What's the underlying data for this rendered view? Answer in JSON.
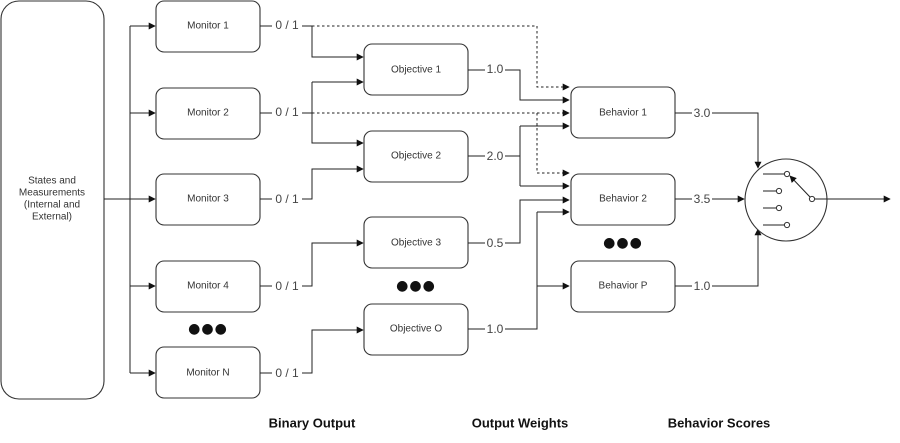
{
  "source": {
    "label": "States and Measurements (Internal and External)",
    "lines": [
      "States and",
      "Measurements",
      "(Internal and",
      "External)"
    ]
  },
  "monitors": [
    {
      "label": "Monitor 1",
      "output": "0 / 1"
    },
    {
      "label": "Monitor 2",
      "output": "0 / 1"
    },
    {
      "label": "Monitor 3",
      "output": "0 / 1"
    },
    {
      "label": "Monitor 4",
      "output": "0 / 1"
    },
    {
      "label": "Monitor N",
      "output": "0 / 1"
    }
  ],
  "objectives": [
    {
      "label": "Objective 1",
      "weight": "1.0"
    },
    {
      "label": "Objective 2",
      "weight": "2.0"
    },
    {
      "label": "Objective 3",
      "weight": "0.5"
    },
    {
      "label": "Objective O",
      "weight": "1.0"
    }
  ],
  "behaviors": [
    {
      "label": "Behavior 1",
      "score": "3.0"
    },
    {
      "label": "Behavior 2",
      "score": "3.5"
    },
    {
      "label": "Behavior P",
      "score": "1.0"
    }
  ],
  "ellipsis": "●●●",
  "selector": {
    "icon": "selector-switch-icon"
  },
  "footer": {
    "binary_output": "Binary Output",
    "output_weights": "Output Weights",
    "behavior_scores": "Behavior Scores"
  }
}
